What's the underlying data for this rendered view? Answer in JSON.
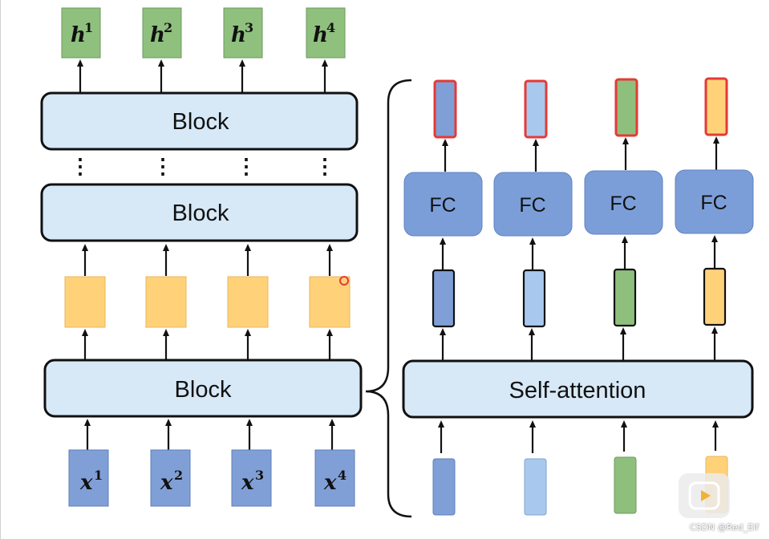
{
  "left_stack": {
    "outputs": [
      {
        "symbol": "h",
        "index": "1"
      },
      {
        "symbol": "h",
        "index": "2"
      },
      {
        "symbol": "h",
        "index": "3"
      },
      {
        "symbol": "h",
        "index": "4"
      }
    ],
    "inputs": [
      {
        "symbol": "x",
        "index": "1"
      },
      {
        "symbol": "x",
        "index": "2"
      },
      {
        "symbol": "x",
        "index": "3"
      },
      {
        "symbol": "x",
        "index": "4"
      }
    ],
    "block_top_label": "Block",
    "block_middle_label": "Block",
    "block_bottom_label": "Block",
    "ellipsis": "⋮"
  },
  "right_detail": {
    "self_attention_label": "Self-attention",
    "fc_labels": [
      "FC",
      "FC",
      "FC",
      "FC"
    ]
  },
  "watermark": "CSDN @Red_Elf",
  "colors": {
    "output_green": "#8fc07e",
    "input_blue": "#7f9fd6",
    "hidden_yellow": "#ffd27a",
    "block_fill": "#d7e8f7",
    "fc_blue": "#7c9ed8",
    "column_colors": [
      "#7f9fd6",
      "#a9c8ee",
      "#8fbf7d",
      "#ffd27a"
    ],
    "highlight_red": "#e53935"
  }
}
